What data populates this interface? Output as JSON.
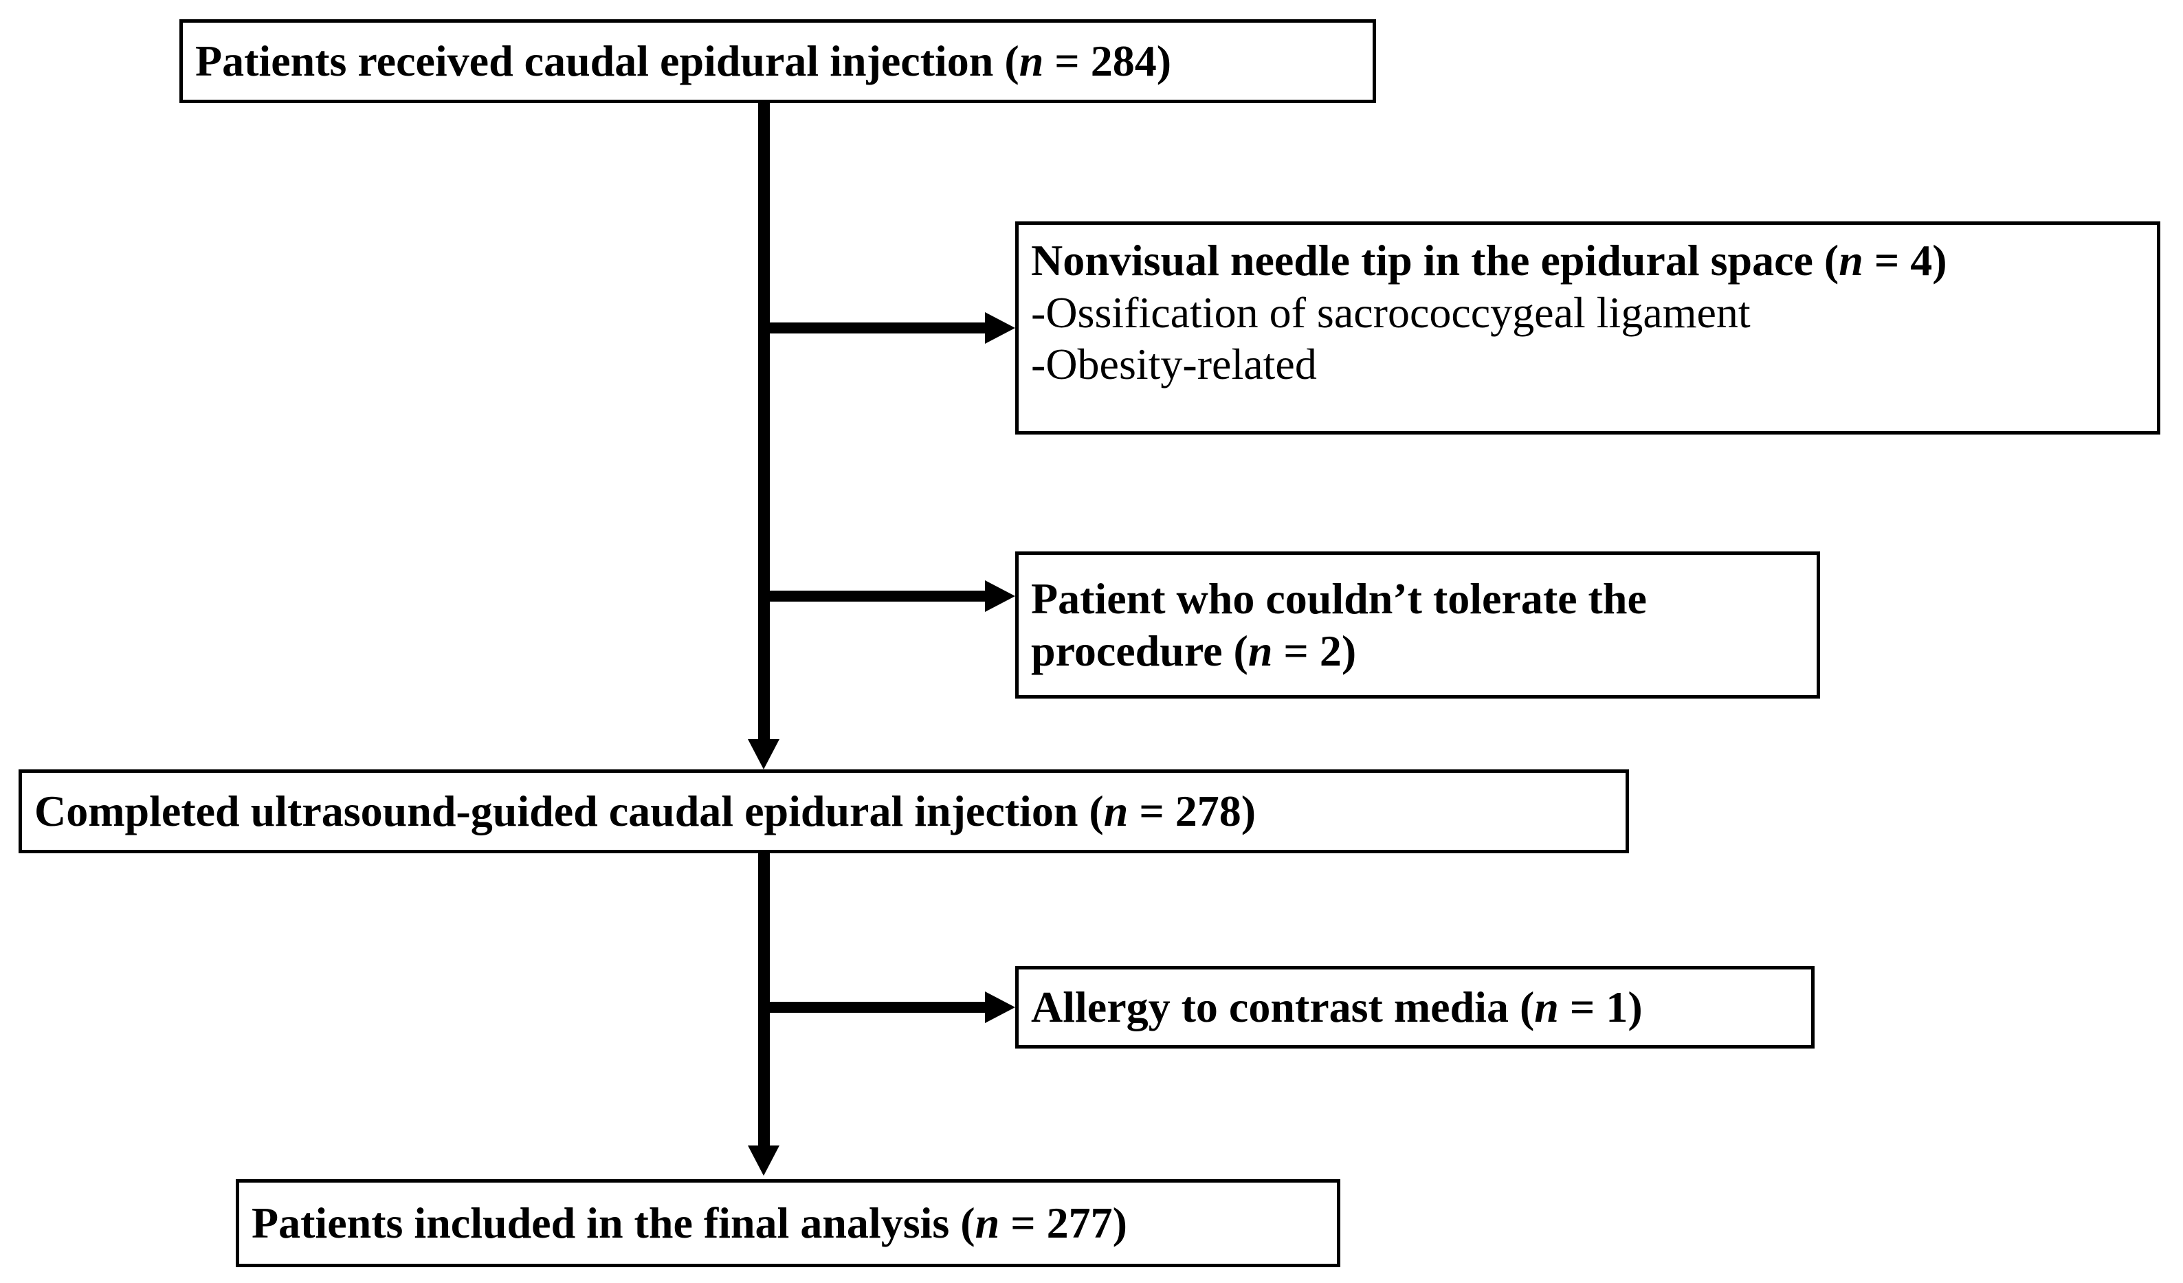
{
  "figure": {
    "type": "flowchart",
    "title": "Patient enrollment flow diagram",
    "background_color": "#ffffff",
    "line_color": "#000000",
    "text_color": "#000000"
  },
  "boxes": {
    "enrolled": {
      "name": "Patients received caudal epidural injection",
      "line1_prefix": "Patients received caudal epidural injection (",
      "line1_italic": "n",
      "line1_suffix": " = 284)",
      "count": "284"
    },
    "nonvisual": {
      "line1_prefix": "Nonvisual needle tip in the epidural space (",
      "line1_italic": "n",
      "line1_suffix": " = 4)",
      "count": "4",
      "bullet1": "-Ossification of sacrococcygeal ligament",
      "bullet2": "-Obesity-related"
    },
    "intolerant": {
      "line1": "Patient who couldn’t tolerate the",
      "line2_prefix": "procedure (",
      "line2_italic": "n",
      "line2_suffix": " = 2)",
      "count": "2"
    },
    "completed": {
      "line1_prefix": "Completed ultrasound-guided caudal epidural injection (",
      "line1_italic": "n",
      "line1_suffix": " = 278)",
      "count": "278"
    },
    "allergy": {
      "line1_prefix": "Allergy to contrast media (",
      "line1_italic": "n",
      "line1_suffix": " = 1)",
      "count": "1"
    },
    "final": {
      "line1_prefix": "Patients included in the final analysis (",
      "line1_italic": "n",
      "line1_suffix": " = 277)",
      "count": "277"
    }
  },
  "chart_data": {
    "type": "flowchart",
    "title": "Patient enrollment flow diagram",
    "nodes": [
      {
        "id": "enrolled",
        "label": "Patients received caudal epidural injection (n = 284)",
        "n": 284,
        "kind": "main"
      },
      {
        "id": "nonvisual",
        "label": "Nonvisual needle tip in the epidural space (n = 4)",
        "n": 4,
        "kind": "exclusion",
        "details": [
          "-Ossification of sacrococcygeal ligament",
          "-Obesity-related"
        ]
      },
      {
        "id": "intolerant",
        "label": "Patient who couldn’t tolerate the procedure (n = 2)",
        "n": 2,
        "kind": "exclusion"
      },
      {
        "id": "completed",
        "label": "Completed ultrasound-guided caudal epidural injection (n = 278)",
        "n": 278,
        "kind": "main"
      },
      {
        "id": "allergy",
        "label": "Allergy to contrast media (n = 1)",
        "n": 1,
        "kind": "exclusion"
      },
      {
        "id": "final",
        "label": "Patients included in the final analysis (n = 277)",
        "n": 277,
        "kind": "main"
      }
    ],
    "edges": [
      {
        "from": "enrolled",
        "to": "nonvisual",
        "direction": "right"
      },
      {
        "from": "enrolled",
        "to": "intolerant",
        "direction": "right"
      },
      {
        "from": "enrolled",
        "to": "completed",
        "direction": "down"
      },
      {
        "from": "completed",
        "to": "allergy",
        "direction": "right"
      },
      {
        "from": "completed",
        "to": "final",
        "direction": "down"
      }
    ]
  }
}
